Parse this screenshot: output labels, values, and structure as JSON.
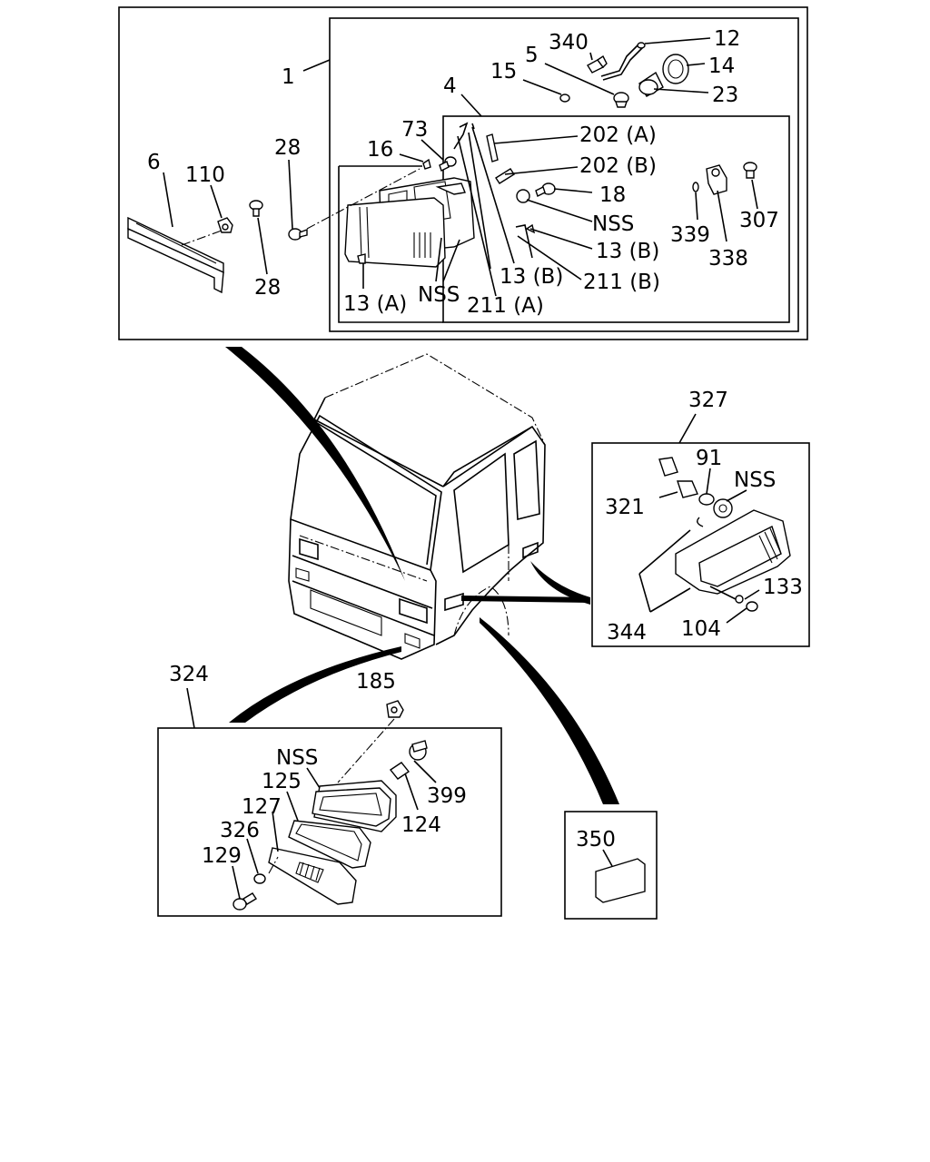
{
  "callouts": {
    "c1": "1",
    "c4": "4",
    "c5": "5",
    "c6": "6",
    "c12": "12",
    "c13A": "13 (A)",
    "c13B_1": "13 (B)",
    "c13B_2": "13 (B)",
    "c14": "14",
    "c15": "15",
    "c16": "16",
    "c18": "18",
    "c23": "23",
    "c28a": "28",
    "c28b": "28",
    "c73": "73",
    "c110": "110",
    "c202A": "202 (A)",
    "c202B": "202 (B)",
    "c211A": "211 (A)",
    "c211B": "211 (B)",
    "c307": "307",
    "c338": "338",
    "c339": "339",
    "c340": "340",
    "nss_head1": "NSS",
    "nss_head2": "NSS",
    "c327": "327",
    "c91": "91",
    "nss_side": "NSS",
    "c321": "321",
    "c133": "133",
    "c344": "344",
    "c104": "104",
    "c324": "324",
    "c185": "185",
    "nss_turn": "NSS",
    "c125": "125",
    "c127": "127",
    "c326": "326",
    "c129": "129",
    "c399": "399",
    "c124": "124",
    "c350": "350"
  }
}
